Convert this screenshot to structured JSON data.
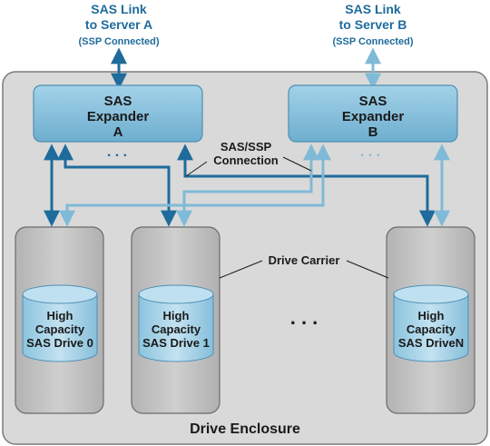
{
  "server_a": {
    "line1": "SAS Link",
    "line2": "to Server A",
    "line3": "(SSP Connected)"
  },
  "server_b": {
    "line1": "SAS Link",
    "line2": "to Server B",
    "line3": "(SSP Connected)"
  },
  "expander_a": {
    "line1": "SAS",
    "line2": "Expander",
    "line3": "A",
    "dots": ". . ."
  },
  "expander_b": {
    "line1": "SAS",
    "line2": "Expander",
    "line3": "B",
    "dots": ". . ."
  },
  "connection_label": {
    "line1": "SAS/SSP",
    "line2": "Connection"
  },
  "carrier_label": "Drive Carrier",
  "drives": [
    {
      "line1": "High",
      "line2": "Capacity",
      "line3": "SAS Drive 0"
    },
    {
      "line1": "High",
      "line2": "Capacity",
      "line3": "SAS Drive 1"
    },
    {
      "line1": "High",
      "line2": "Capacity",
      "line3": "SAS DriveN"
    }
  ],
  "between_dots": ". . .",
  "enclosure_label": "Drive Enclosure",
  "colors": {
    "link_a": "#1f6b9c",
    "link_b": "#7fbad8",
    "enclosure": "#d9d9d9",
    "expander": "#8cc4de",
    "carrier": "#c4c4c4",
    "drive": "#a9d4ea"
  }
}
